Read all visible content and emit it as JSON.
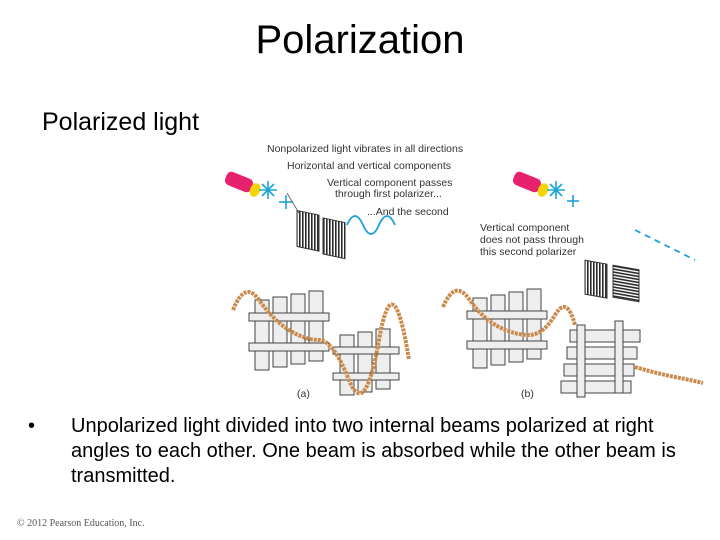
{
  "slide": {
    "title": "Polarization",
    "subtitle": "Polarized light",
    "bullet": "Unpolarized light divided into two internal beams polarized at right angles to each other. One beam is absorbed while the other beam is transmitted.",
    "copyright": "© 2012 Pearson Education, Inc."
  },
  "figure": {
    "labels": {
      "nonpolarized": "Nonpolarized light vibrates in all directions",
      "components": "Horizontal and vertical components",
      "vertical_passes_1": "Vertical component passes",
      "vertical_passes_2": "through first polarizer...",
      "and_second": "...And the second",
      "not_pass_1": "Vertical component",
      "not_pass_2": "does not pass through",
      "not_pass_3": "this second polarizer",
      "panel_a": "(a)",
      "panel_b": "(b)"
    },
    "colors": {
      "flashlight": "#e8216e",
      "lens": "#f5d400",
      "wave": "#1aa3d9",
      "rope": "#c98a4b",
      "fence": "#eeeeee",
      "polarizer": "#333333"
    },
    "icons": [
      "flashlight-icon",
      "light-burst-icon",
      "polarizer-icon",
      "fence-icon",
      "rope-wave-icon"
    ]
  }
}
